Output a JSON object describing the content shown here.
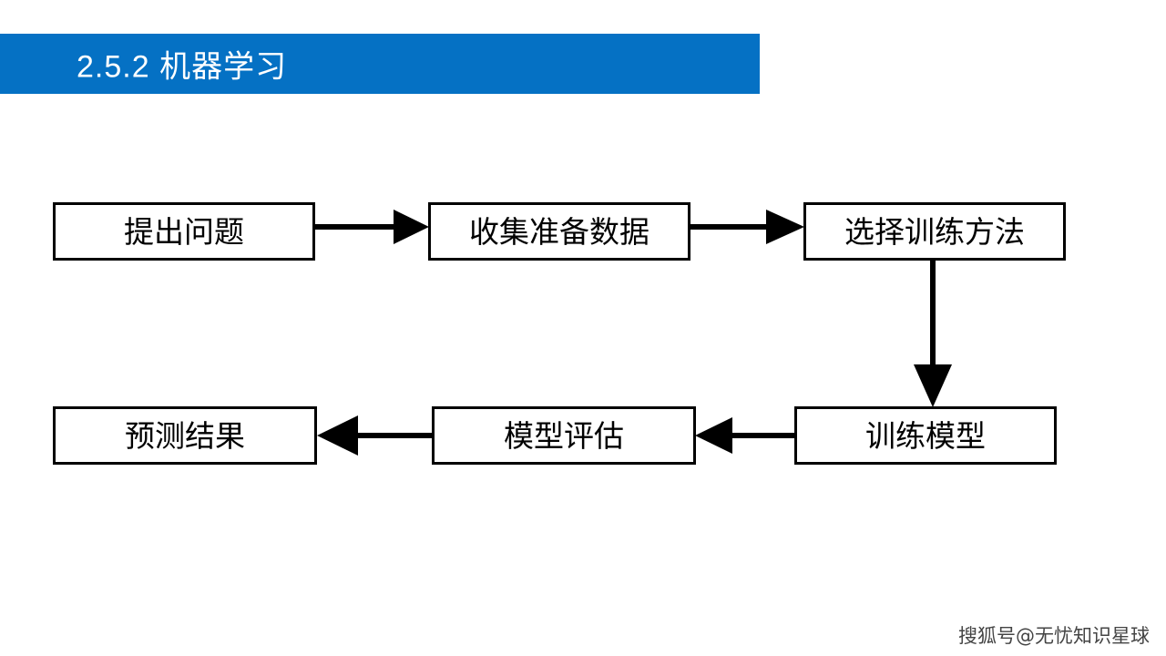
{
  "slide": {
    "background_color": "#ffffff",
    "title": {
      "text": "2.5.2 机器学习",
      "banner_color": "#0571c4",
      "text_color": "#ffffff"
    }
  },
  "diagram": {
    "type": "flowchart",
    "line_color": "#000000",
    "node_fill": "#ffffff",
    "nodes": [
      {
        "id": "ask",
        "label": "提出问题"
      },
      {
        "id": "collect",
        "label": "收集准备数据"
      },
      {
        "id": "method",
        "label": "选择训练方法"
      },
      {
        "id": "train",
        "label": "训练模型"
      },
      {
        "id": "evaluate",
        "label": "模型评估"
      },
      {
        "id": "predict",
        "label": "预测结果"
      }
    ],
    "edges": [
      {
        "from": "ask",
        "to": "collect",
        "direction": "right"
      },
      {
        "from": "collect",
        "to": "method",
        "direction": "right"
      },
      {
        "from": "method",
        "to": "train",
        "direction": "down"
      },
      {
        "from": "train",
        "to": "evaluate",
        "direction": "left"
      },
      {
        "from": "evaluate",
        "to": "predict",
        "direction": "left"
      }
    ]
  },
  "watermark": {
    "text": "搜狐号@无忧知识星球"
  }
}
